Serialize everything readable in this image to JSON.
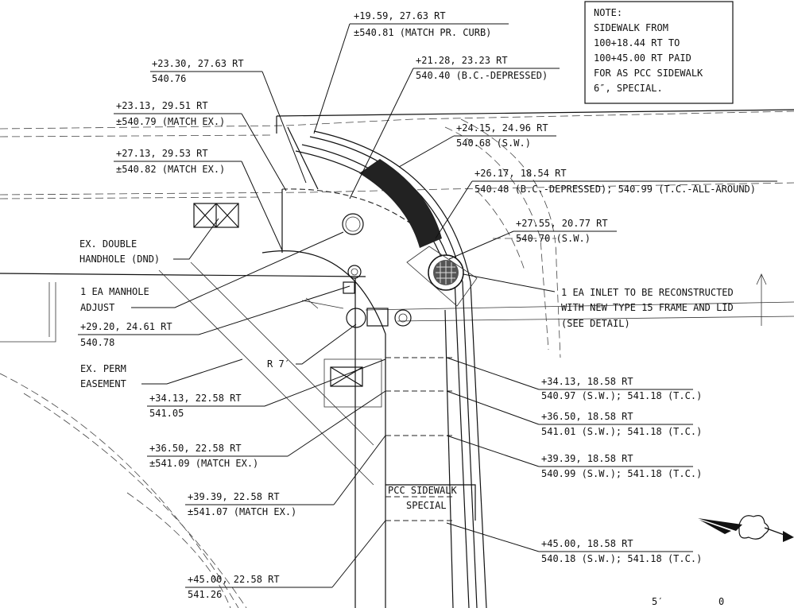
{
  "note": {
    "lines": [
      "NOTE:",
      "SIDEWALK FROM",
      "100+18.44 RT TO",
      "100+45.00 RT PAID",
      "FOR AS PCC SIDEWALK",
      "6″, SPECIAL."
    ]
  },
  "callouts": [
    {
      "id": "c1",
      "station": "+19.59, 27.63 RT",
      "elev": "±540.81 (MATCH PR. CURB)"
    },
    {
      "id": "c2",
      "station": "+23.30, 27.63 RT",
      "elev": "540.76"
    },
    {
      "id": "c3",
      "station": "+21.28, 23.23 RT",
      "elev": "540.40 (B.C.-DEPRESSED)"
    },
    {
      "id": "c4",
      "station": "+23.13, 29.51 RT",
      "elev": "±540.79 (MATCH EX.)"
    },
    {
      "id": "c5",
      "station": "+24.15, 24.96 RT",
      "elev": "540.68 (S.W.)"
    },
    {
      "id": "c6",
      "station": "+27.13, 29.53 RT",
      "elev": "±540.82 (MATCH EX.)"
    },
    {
      "id": "c7",
      "station": "+26.17, 18.54 RT",
      "elev": "540.48 (B.C.-DEPRESSED); 540.99 (T.C.-ALL-AROUND)"
    },
    {
      "id": "c8",
      "station": "+27.55, 20.77 RT",
      "elev": "540.70 (S.W.)"
    },
    {
      "id": "c9",
      "station": "+29.20, 24.61 RT",
      "elev": "540.78"
    },
    {
      "id": "c10",
      "station": "+34.13, 18.58 RT",
      "elev": "540.97 (S.W.); 541.18 (T.C.)"
    },
    {
      "id": "c11",
      "station": "+34.13, 22.58 RT",
      "elev": "541.05"
    },
    {
      "id": "c12",
      "station": "+36.50, 18.58 RT",
      "elev": "541.01 (S.W.); 541.18 (T.C.)"
    },
    {
      "id": "c13",
      "station": "+36.50, 22.58 RT",
      "elev": "±541.09 (MATCH EX.)"
    },
    {
      "id": "c14",
      "station": "+39.39, 18.58 RT",
      "elev": "540.99 (S.W.); 541.18 (T.C.)"
    },
    {
      "id": "c15",
      "station": "+39.39, 22.58 RT",
      "elev": "±541.07 (MATCH EX.)"
    },
    {
      "id": "c16",
      "station": "+45.00, 18.58 RT",
      "elev": "540.18 (S.W.); 541.18 (T.C.)"
    },
    {
      "id": "c17",
      "station": "+45.00, 22.58 RT",
      "elev": "541.26"
    }
  ],
  "labels": {
    "handhole_1": "EX. DOUBLE",
    "handhole_2": "HANDHOLE (DND)",
    "manhole_1": "1 EA MANHOLE",
    "manhole_2": "ADJUST",
    "easement_1": "EX. PERM",
    "easement_2": "EASEMENT",
    "radius": "R 7′",
    "inlet_1": "1 EA INLET TO BE RECONSTRUCTED",
    "inlet_2": "WITH NEW TYPE 15 FRAME AND LID",
    "inlet_3": "(SEE DETAIL)",
    "pcc_1": "PCC SIDEWALK",
    "pcc_2": "SPECIAL",
    "scale_5": "5′",
    "scale_0": "0"
  },
  "icons": {
    "north_arrow": "north-arrow-icon",
    "inlet": "inlet-grate-icon",
    "manhole": "manhole-icon",
    "handhole": "handhole-icon"
  }
}
